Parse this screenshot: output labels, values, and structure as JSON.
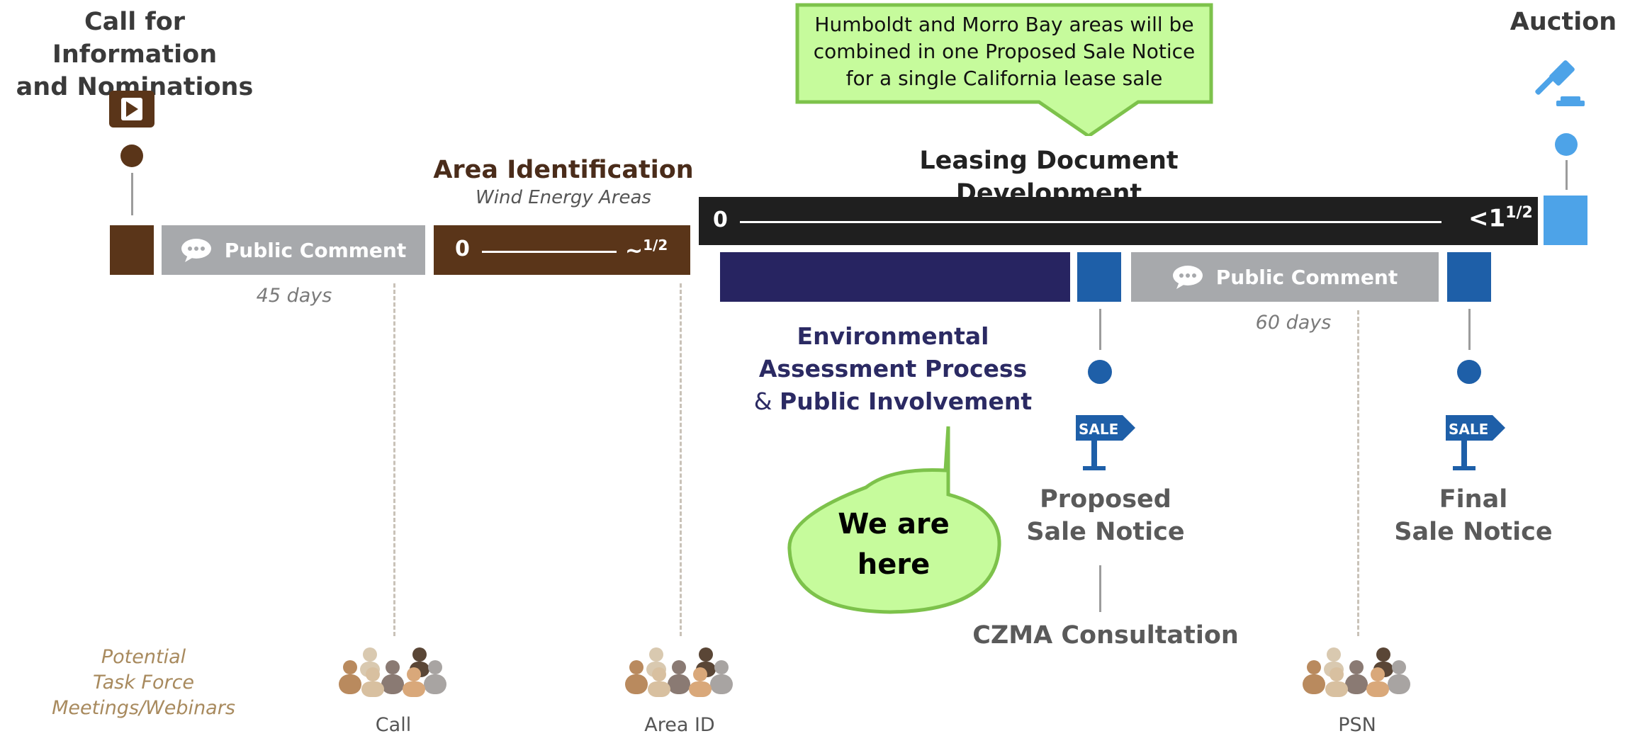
{
  "stages": {
    "call": "Call for Information\nand Nominations",
    "area_identification": "Area Identification",
    "wind_energy_areas": "Wind Energy Areas",
    "leasing_document_development": "Leasing Document Development",
    "auction": "Auction"
  },
  "bars": {
    "public_comment_1": "Public Comment",
    "public_comment_1_days": "45 days",
    "area_bar_start": "0",
    "area_bar_end": "~",
    "area_bar_end_sup": "1/2",
    "leasing_bar_start": "0",
    "leasing_bar_end": "<1",
    "leasing_bar_end_sup": "1/2",
    "public_comment_2": "Public Comment",
    "public_comment_2_days": "60 days"
  },
  "environmental": {
    "line1": "Environmental",
    "line2": "Assessment Process",
    "line3_prefix": "& ",
    "line3": "Public Involvement"
  },
  "callouts": {
    "top_note": "Humboldt and Morro Bay areas will be combined in one Proposed Sale Notice for a single California lease sale",
    "we_are_here": "We are\nhere"
  },
  "milestones": {
    "proposed_sale_notice": "Proposed\nSale Notice",
    "final_sale_notice": "Final\nSale Notice",
    "czma": "CZMA Consultation",
    "sale_sign": "SALE"
  },
  "meetings": {
    "label": "Potential\nTask Force Meetings/Webinars",
    "call": "Call",
    "area_id": "Area ID",
    "psn": "PSN"
  },
  "colors": {
    "brown": "#5a3519",
    "gray": "#a7a9ac",
    "black": "#1f1f1f",
    "navy": "#272461",
    "blue": "#1e5fa8",
    "light_blue": "#4da3e8",
    "green_fill": "#c6fb9c",
    "green_border": "#7dc24b"
  },
  "icons": {
    "play": "play-icon",
    "gavel": "gavel-icon",
    "comment": "comment-bubble-icon",
    "sale_sign": "sale-sign-icon",
    "people": "people-group-icon"
  }
}
